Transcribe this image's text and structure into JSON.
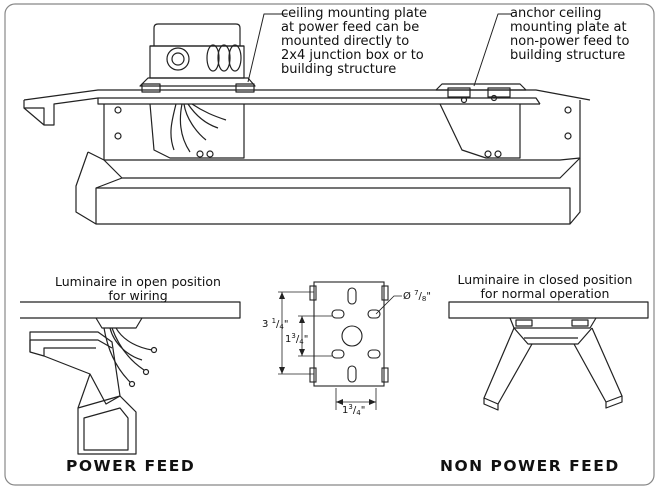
{
  "callouts": {
    "power_plate": "ceiling mounting plate\nat power feed can be\nmounted directly to\n2x4 junction box or to\nbuilding structure",
    "anchor_plate": "anchor ceiling\nmounting plate at\nnon-power feed to\nbuilding structure"
  },
  "captions": {
    "open": "Luminaire in open position\nfor wiring",
    "closed": "Luminaire in closed position\nfor normal operation"
  },
  "dimensions": {
    "hole_dia": {
      "sym": "Ø",
      "num": "7",
      "den": "8",
      "unit": "\""
    },
    "height_outer": {
      "whole": "3",
      "num": "1",
      "den": "4",
      "unit": "\""
    },
    "height_inner": {
      "whole": "1",
      "num": "3",
      "den": "4",
      "unit": "\""
    },
    "width": {
      "whole": "1",
      "num": "3",
      "den": "4",
      "unit": "\""
    }
  },
  "labels": {
    "power_feed": "POWER FEED",
    "non_power_feed": "NON POWER FEED"
  }
}
